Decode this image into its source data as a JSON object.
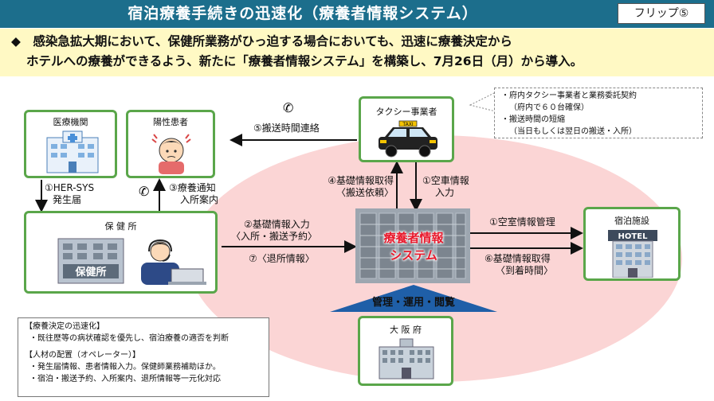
{
  "header": {
    "title": "宿泊療養手続きの迅速化（療養者情報システム）",
    "flip_label": "フリップ⑤"
  },
  "summary": {
    "bullet": "◆",
    "line1": "感染急拡大期において、保健所業務がひっ迫する場合においても、迅速に療養決定から",
    "line2": "ホテルへの療養ができるよう、新たに「療養者情報システム」を構築し、7月26日（月）から導入。"
  },
  "nodes": {
    "medical": "医療機関",
    "patient": "陽性患者",
    "taxi": "タクシー事業者",
    "health_center": "保 健 所",
    "health_center_sign": "保健所",
    "system_line1": "療養者情報",
    "system_line2": "システム",
    "hotel": "宿泊施設",
    "hotel_sign": "HOTEL",
    "taxi_sign": "TAXI",
    "osaka": "大 阪 府",
    "management": "管理・運用・閲覧"
  },
  "flows": {
    "her_sys_1": "①HER-SYS",
    "her_sys_2": "発生届",
    "notice_1": "③療養通知",
    "notice_2": "入所案内",
    "transport_contact": "⑤搬送時間連絡",
    "taxi_get_1": "④基礎情報取得",
    "taxi_get_2": "〈搬送依頼〉",
    "vehicle_1": "①空車情報",
    "vehicle_2": "入力",
    "basic_input_1": "②基礎情報入力",
    "basic_input_2": "〈入所・搬送予約〉",
    "discharge": "⑦〈退所情報〉",
    "room_mgmt": "①空室情報管理",
    "hotel_get_1": "⑥基礎情報取得",
    "hotel_get_2": "〈到着時間〉"
  },
  "taxi_note": {
    "lines": [
      "・府内タクシー事業者と業務委託契約",
      "（府内で６０台確保）",
      "・搬送時間の短縮",
      "（当日もしくは翌日の搬送・入所）"
    ]
  },
  "bottom_note": {
    "lines": [
      "【療養決定の迅速化】",
      "・既往歴等の病状確認を優先し、宿泊療養の適否を判断",
      "",
      "【人材の配置（オペレーター）】",
      "・発生届情報、患者情報入力。保健師業務補助ほか。",
      "・宿泊・搬送予約、入所案内、退所情報等一元化対応"
    ]
  },
  "colors": {
    "title_bar": "#1c6e8c",
    "summary_bg": "#fff9c4",
    "box_border": "#5aa64a",
    "oval": "#fbd5d5",
    "system_text": "#e8192c",
    "management_fill": "#1f5fa8"
  }
}
